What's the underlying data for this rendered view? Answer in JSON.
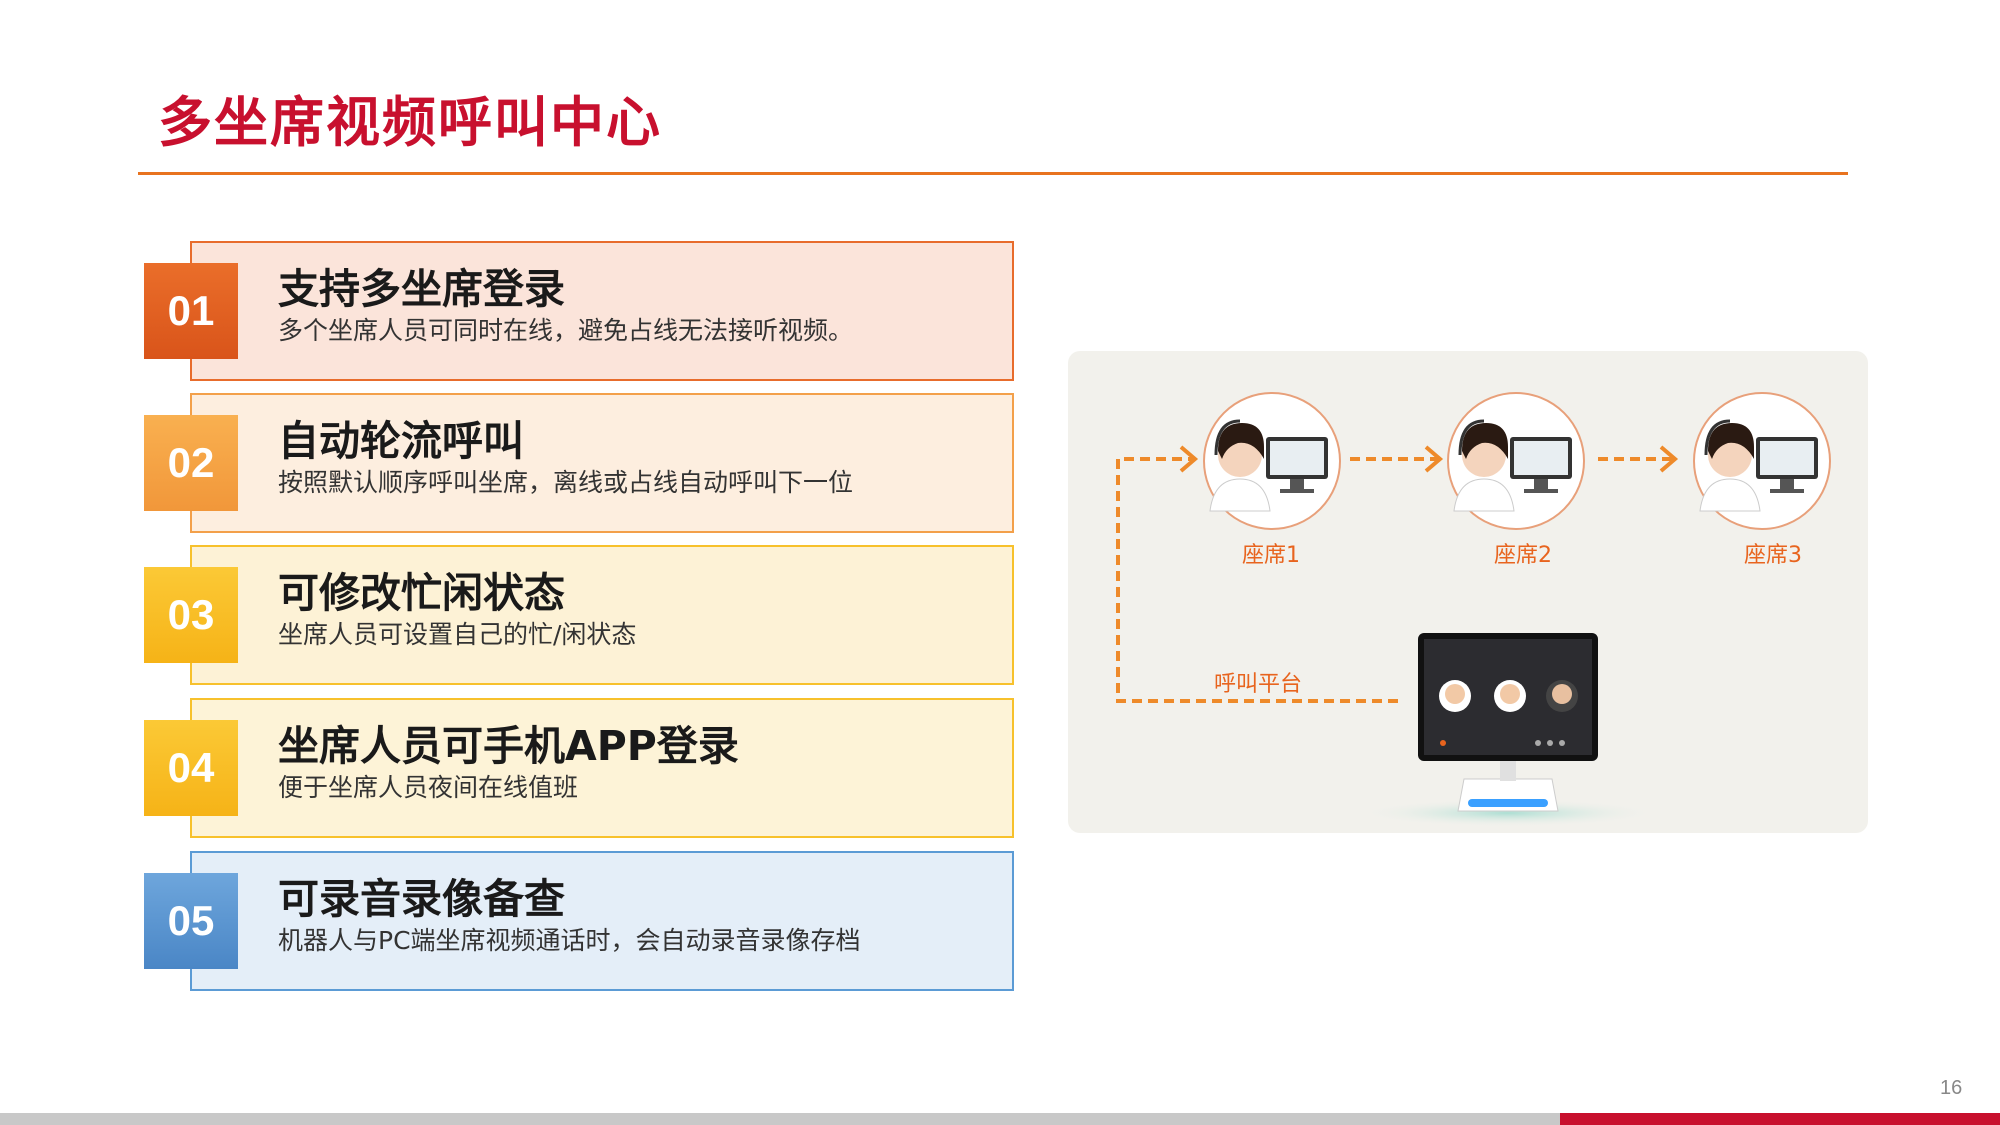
{
  "page": {
    "title": "多坐席视频呼叫中心",
    "page_number": "16"
  },
  "features": [
    {
      "num": "01",
      "title": "支持多坐席登录",
      "desc": "多个坐席人员可同时在线，避免占线无法接听视频。"
    },
    {
      "num": "02",
      "title": "自动轮流呼叫",
      "desc": "按照默认顺序呼叫坐席，离线或占线自动呼叫下一位"
    },
    {
      "num": "03",
      "title": "可修改忙闲状态",
      "desc": "坐席人员可设置自己的忙/闲状态"
    },
    {
      "num": "04",
      "title": "坐席人员可手机APP登录",
      "desc": "便于坐席人员夜间在线值班"
    },
    {
      "num": "05",
      "title": "可录音录像备查",
      "desc": "机器人与PC端坐席视频通话时，会自动录音录像存档"
    }
  ],
  "diagram": {
    "seats": [
      "座席1",
      "座席2",
      "座席3"
    ],
    "platform_label": "呼叫平台"
  },
  "colors": {
    "title": "#c8102e",
    "rule": "#e8731f",
    "accent": "#e8641e"
  }
}
